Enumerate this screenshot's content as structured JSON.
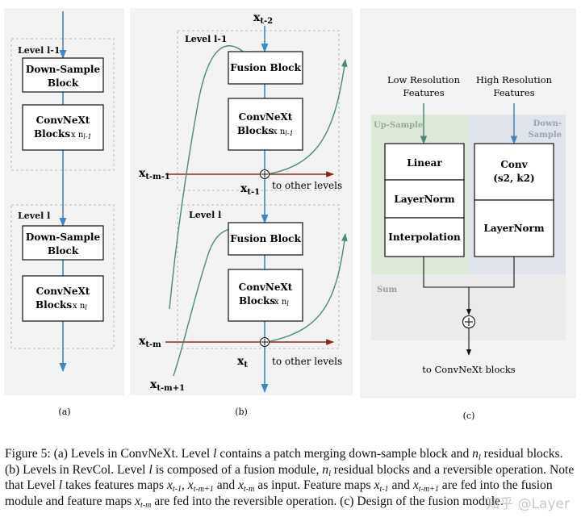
{
  "panel_a": {
    "level_top": "Level l-1",
    "level_bottom": "Level l",
    "down_sample_line1": "Down-Sample",
    "down_sample_line2": "Block",
    "convnext_line1": "ConvNeXt",
    "convnext_line2": "Blocks",
    "n_top": "x n",
    "n_top_sub": "l-1",
    "n_bottom": "x n",
    "n_bottom_sub": "l",
    "label": "(a)"
  },
  "panel_b": {
    "level_top": "Level l-1",
    "level_bottom": "Level l",
    "fusion": "Fusion Block",
    "convnext_line1": "ConvNeXt",
    "convnext_line2": "Blocks",
    "n_top": "x n",
    "n_top_sub": "l-1",
    "n_bottom": "x n",
    "n_bottom_sub": "l",
    "x_top": "x",
    "x_top_sub": "t-2",
    "x_m1": "x",
    "x_m1_sub": "t-m-1",
    "x_t1": "x",
    "x_t1_sub": "t-1",
    "x_m": "x",
    "x_m_sub": "t-m",
    "x_t": "x",
    "x_t_sub": "t",
    "x_m_plus": "x",
    "x_m_plus_sub": "t-m+1",
    "other_levels": "to other levels",
    "label": "(b)"
  },
  "panel_c": {
    "low_res_line1": "Low Resolution",
    "low_res_line2": "Features",
    "high_res_line1": "High Resolution",
    "high_res_line2": "Features",
    "up_sample": "Up-Sample",
    "down_sample_line1": "Down-",
    "down_sample_line2": "Sample",
    "linear": "Linear",
    "layernorm": "LayerNorm",
    "interpolation": "Interpolation",
    "conv_line1": "Conv",
    "conv_line2": "(s2, k2)",
    "layernorm2": "LayerNorm",
    "sum": "Sum",
    "output": "to ConvNeXt blocks",
    "label": "(c)"
  },
  "caption": {
    "p1": "Figure 5: (a) Levels in ConvNeXt. Level",
    "p2": "contains a patch merging down-sample block and",
    "p3": "residual blocks. (b) Levels in RevCol. Level",
    "p4": "is composed of a fusion module,",
    "p5": "residual blocks and a reversible operation. Note that Level",
    "p6": "takes features maps",
    "p7": "and",
    "p8": "as input. Feature maps",
    "p9": "and",
    "p10": "are fed into the fusion module and feature maps",
    "p11": "are fed into the reversible operation. (c) Design of the fusion module.",
    "var_l": "l",
    "var_n": "n",
    "var_x": "x"
  },
  "watermark": "知乎 @Layer"
}
